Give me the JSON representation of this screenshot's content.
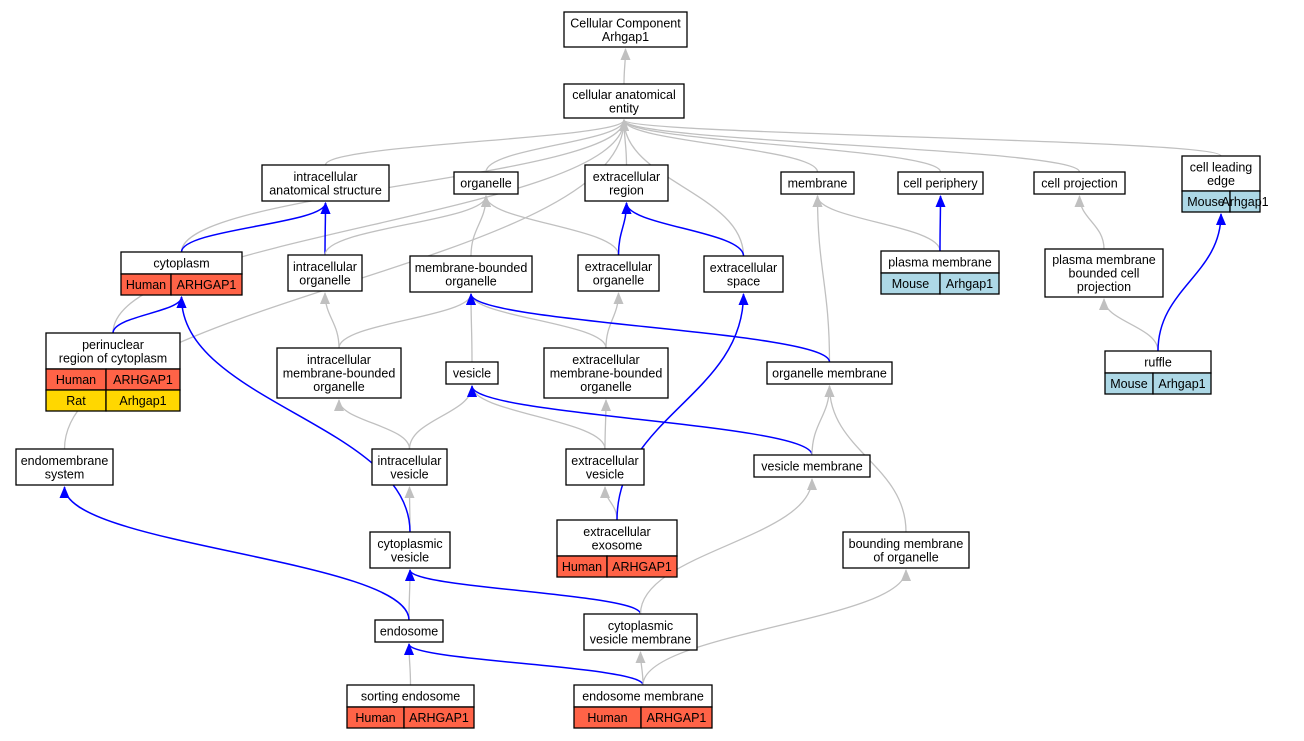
{
  "colors": {
    "human": "#ff6347",
    "mouse": "#add8e6",
    "rat": "#ffd700",
    "edge_is_a": "#c0c0c0",
    "edge_part_of": "#0000ff"
  },
  "nodes": {
    "root": [
      "Cellular Component",
      "Arhgap1"
    ],
    "cae": [
      "cellular anatomical",
      "entity"
    ],
    "ias": [
      "intracellular",
      "anatomical structure"
    ],
    "organelle": [
      "organelle"
    ],
    "ecr": [
      "extracellular",
      "region"
    ],
    "membrane": [
      "membrane"
    ],
    "cellperiphery": [
      "cell periphery"
    ],
    "cellprojection": [
      "cell projection"
    ],
    "cle": [
      "cell leading",
      "edge"
    ],
    "cytoplasm": [
      "cytoplasm"
    ],
    "intorg": [
      "intracellular",
      "organelle"
    ],
    "mbo": [
      "membrane-bounded",
      "organelle"
    ],
    "exorg": [
      "extracellular",
      "organelle"
    ],
    "exspace": [
      "extracellular",
      "space"
    ],
    "pm": [
      "plasma membrane"
    ],
    "pmbcp": [
      "plasma membrane",
      "bounded cell",
      "projection"
    ],
    "perinuclear": [
      "perinuclear",
      "region of cytoplasm"
    ],
    "imbo": [
      "intracellular",
      "membrane-bounded",
      "organelle"
    ],
    "vesicle": [
      "vesicle"
    ],
    "embo": [
      "extracellular",
      "membrane-bounded",
      "organelle"
    ],
    "orgmem": [
      "organelle membrane"
    ],
    "ruffle": [
      "ruffle"
    ],
    "endomem": [
      "endomembrane",
      "system"
    ],
    "intves": [
      "intracellular",
      "vesicle"
    ],
    "exves": [
      "extracellular",
      "vesicle"
    ],
    "vesmem": [
      "vesicle membrane"
    ],
    "exosome": [
      "extracellular",
      "exosome"
    ],
    "cytves": [
      "cytoplasmic",
      "vesicle"
    ],
    "bmo": [
      "bounding membrane",
      "of organelle"
    ],
    "endosome": [
      "endosome"
    ],
    "cvm": [
      "cytoplasmic",
      "vesicle membrane"
    ],
    "sortend": [
      "sorting endosome"
    ],
    "endomembrane": [
      "endosome membrane"
    ]
  },
  "annotations": {
    "cle": [
      [
        "Mouse",
        "Arhgap1"
      ]
    ],
    "cytoplasm": [
      [
        "Human",
        "ARHGAP1"
      ]
    ],
    "pm": [
      [
        "Mouse",
        "Arhgap1"
      ]
    ],
    "perinuclear": [
      [
        "Human",
        "ARHGAP1"
      ],
      [
        "Rat",
        "Arhgap1"
      ]
    ],
    "ruffle": [
      [
        "Mouse",
        "Arhgap1"
      ]
    ],
    "exosome": [
      [
        "Human",
        "ARHGAP1"
      ]
    ],
    "sortend": [
      [
        "Human",
        "ARHGAP1"
      ]
    ],
    "endomembrane": [
      [
        "Human",
        "ARHGAP1"
      ]
    ]
  },
  "edges": [
    [
      "cae",
      "root",
      "is_a"
    ],
    [
      "ias",
      "cae",
      "is_a"
    ],
    [
      "organelle",
      "cae",
      "is_a"
    ],
    [
      "ecr",
      "cae",
      "is_a"
    ],
    [
      "membrane",
      "cae",
      "is_a"
    ],
    [
      "cellperiphery",
      "cae",
      "is_a"
    ],
    [
      "cellprojection",
      "cae",
      "is_a"
    ],
    [
      "cle",
      "cae",
      "is_a"
    ],
    [
      "cytoplasm",
      "cae",
      "is_a"
    ],
    [
      "exspace",
      "cae",
      "is_a"
    ],
    [
      "perinuclear",
      "cae",
      "is_a"
    ],
    [
      "endomem",
      "cae",
      "is_a"
    ],
    [
      "cytoplasm",
      "ias",
      "part_of"
    ],
    [
      "intorg",
      "ias",
      "part_of"
    ],
    [
      "intorg",
      "organelle",
      "is_a"
    ],
    [
      "mbo",
      "organelle",
      "is_a"
    ],
    [
      "exorg",
      "organelle",
      "is_a"
    ],
    [
      "exorg",
      "ecr",
      "part_of"
    ],
    [
      "exspace",
      "ecr",
      "part_of"
    ],
    [
      "pm",
      "membrane",
      "is_a"
    ],
    [
      "pm",
      "cellperiphery",
      "part_of"
    ],
    [
      "pmbcp",
      "cellprojection",
      "is_a"
    ],
    [
      "ruffle",
      "pmbcp",
      "is_a"
    ],
    [
      "ruffle",
      "cle",
      "part_of"
    ],
    [
      "orgmem",
      "membrane",
      "is_a"
    ],
    [
      "perinuclear",
      "cytoplasm",
      "part_of"
    ],
    [
      "imbo",
      "intorg",
      "is_a"
    ],
    [
      "imbo",
      "mbo",
      "is_a"
    ],
    [
      "vesicle",
      "mbo",
      "is_a"
    ],
    [
      "embo",
      "mbo",
      "is_a"
    ],
    [
      "embo",
      "exorg",
      "is_a"
    ],
    [
      "orgmem",
      "mbo",
      "part_of"
    ],
    [
      "intves",
      "imbo",
      "is_a"
    ],
    [
      "intves",
      "vesicle",
      "is_a"
    ],
    [
      "exves",
      "embo",
      "is_a"
    ],
    [
      "exves",
      "vesicle",
      "is_a"
    ],
    [
      "vesmem",
      "vesicle",
      "part_of"
    ],
    [
      "vesmem",
      "orgmem",
      "is_a"
    ],
    [
      "exosome",
      "exves",
      "is_a"
    ],
    [
      "exosome",
      "exspace",
      "part_of"
    ],
    [
      "cytves",
      "intves",
      "is_a"
    ],
    [
      "cytves",
      "cytoplasm",
      "part_of"
    ],
    [
      "bmo",
      "orgmem",
      "is_a"
    ],
    [
      "endosome",
      "cytves",
      "is_a"
    ],
    [
      "endosome",
      "endomem",
      "part_of"
    ],
    [
      "cvm",
      "cytves",
      "part_of"
    ],
    [
      "cvm",
      "vesmem",
      "is_a"
    ],
    [
      "sortend",
      "endosome",
      "is_a"
    ],
    [
      "endomembrane",
      "cvm",
      "is_a"
    ],
    [
      "endomembrane",
      "endosome",
      "part_of"
    ],
    [
      "endomembrane",
      "bmo",
      "is_a"
    ]
  ]
}
